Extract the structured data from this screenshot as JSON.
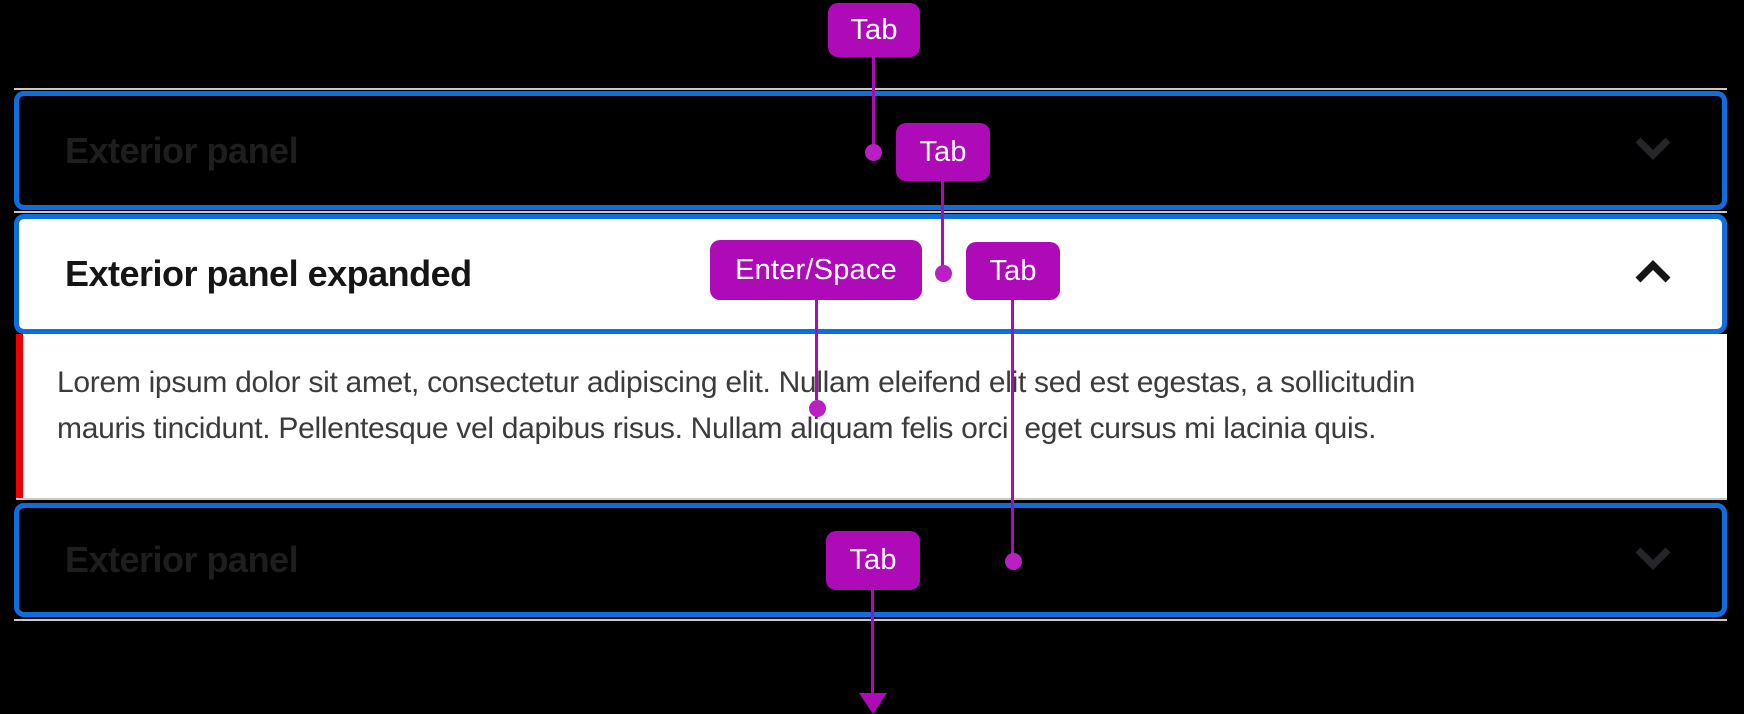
{
  "colors": {
    "background": "#000000",
    "focus_ring_blue": "#0d6ede",
    "badge_magenta": "#ae0ab8",
    "expanded_accent_red": "#ee0000",
    "divider_gray": "#c9c9c9",
    "panel_white": "#ffffff"
  },
  "accordion": {
    "items": [
      {
        "title": "Exterior panel",
        "state": "collapsed",
        "chevron": "down"
      },
      {
        "title": "Exterior panel expanded",
        "state": "expanded",
        "chevron": "up",
        "body_lines": [
          "Lorem ipsum dolor sit amet, consectetur adipiscing elit. Nullam eleifend elit sed est egestas, a sollicitudin",
          "mauris tincidunt. Pellentesque vel dapibus risus. Nullam aliquam felis orci, eget cursus mi lacinia quis."
        ]
      },
      {
        "title": "Exterior panel",
        "state": "collapsed",
        "chevron": "down"
      }
    ]
  },
  "annotations": {
    "tab_top": {
      "label": "Tab"
    },
    "tab_panel1": {
      "label": "Tab"
    },
    "enter_space": {
      "label": "Enter/Space"
    },
    "tab_header2": {
      "label": "Tab"
    },
    "tab_panel3": {
      "label": "Tab"
    }
  }
}
